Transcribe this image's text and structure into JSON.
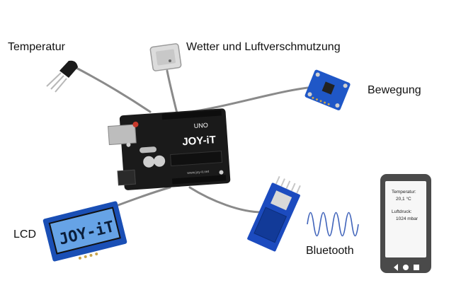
{
  "labels": {
    "temperature": "Temperatur",
    "weather": "Wetter und Luftverschmutzung",
    "motion": "Bewegung",
    "lcd": "LCD",
    "bluetooth": "Bluetooth"
  },
  "board": {
    "brand": "JOY-iT",
    "model": "UNO",
    "url": "www.joy-it.net"
  },
  "lcd_display": {
    "text": "JOY-iT"
  },
  "phone": {
    "temperature_label": "Temperatur:",
    "temperature_value": "20,1 °C",
    "pressure_label": "Luftdruck:",
    "pressure_value": "1024 mbar"
  },
  "colors": {
    "board": "#1a1a1a",
    "cable": "#8a8a8a",
    "motion_sensor": "#1f57c7",
    "bt_module": "#1c4bbf",
    "lcd_screen": "#66a3e6",
    "phone_frame": "#4a4a4a",
    "wave": "#3f63ba"
  },
  "icons": {
    "phone_buttons": [
      "back-icon",
      "home-icon",
      "menu-icon"
    ]
  }
}
